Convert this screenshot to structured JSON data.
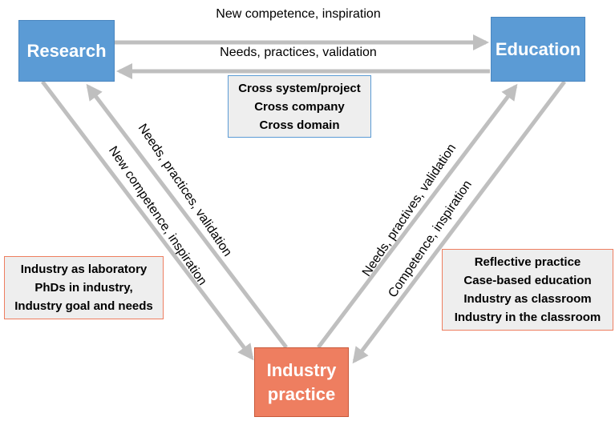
{
  "nodes": {
    "research": "Research",
    "education": "Education",
    "industry_line1": "Industry",
    "industry_line2": "practice"
  },
  "boxes": {
    "cross": [
      "Cross system/project",
      "Cross company",
      "Cross domain"
    ],
    "left": [
      "Industry as laboratory",
      "PhDs in industry,",
      "Industry goal and needs"
    ],
    "right": [
      "Reflective practice",
      "Case-based education",
      "Industry as classroom",
      "Industry in the classroom"
    ]
  },
  "labels": {
    "research_to_education": "New competence, inspiration",
    "education_to_research": "Needs, practices, validation",
    "industry_to_research": "Needs, practices, validation",
    "research_to_industry": "New competence, inspiration",
    "industry_to_education": "Needs, practives, validation",
    "education_to_industry": "Competence, inspiration"
  },
  "colors": {
    "blue_node": "#5b9bd5",
    "orange_node": "#ee7e60",
    "arrow": "#bfbfbf",
    "box_fill": "#eeeeee"
  }
}
